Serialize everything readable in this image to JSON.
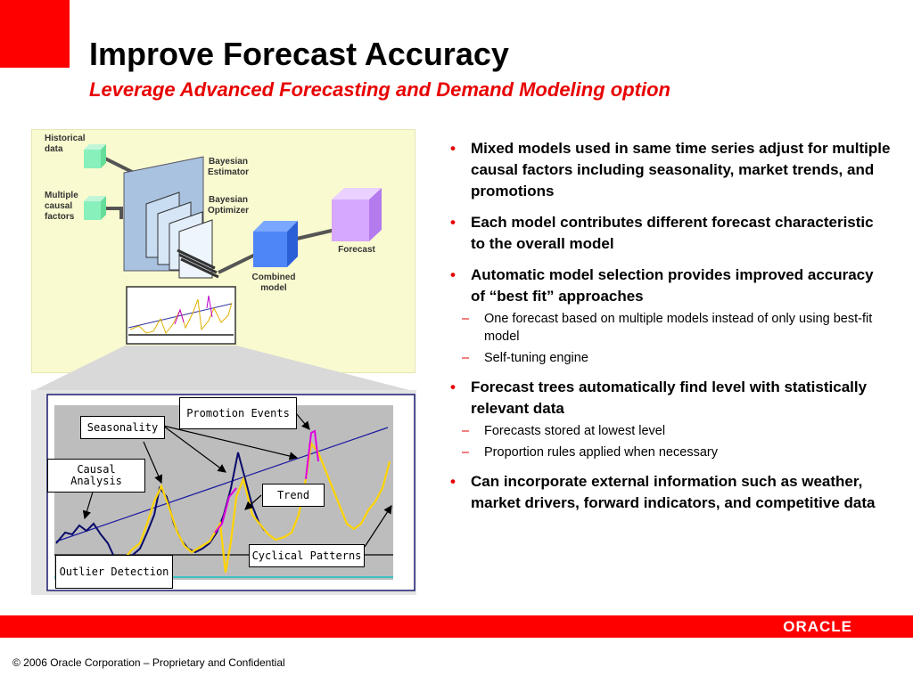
{
  "header": {
    "title": "Improve Forecast Accuracy",
    "subtitle": "Leverage Advanced Forecasting and Demand Modeling option"
  },
  "diagram": {
    "historical_data": "Historical data",
    "multiple_causal_factors": "Multiple causal factors",
    "bayesian_estimator": "Bayesian Estimator",
    "bayesian_optimizer": "Bayesian Optimizer",
    "combined_model": "Combined model",
    "forecast": "Forecast"
  },
  "chart_callouts": {
    "promotion_events": "Promotion Events",
    "seasonality": "Seasonality",
    "causal_analysis": "Causal Analysis",
    "trend": "Trend",
    "cyclical_patterns": "Cyclical Patterns",
    "outlier_detection": "Outlier Detection"
  },
  "bullets": [
    {
      "text": "Mixed models used in same time series adjust for multiple causal factors including seasonality, market trends, and promotions",
      "subs": []
    },
    {
      "text": "Each model contributes different forecast characteristic to the overall model",
      "subs": []
    },
    {
      "text": "Automatic model selection provides improved accuracy of “best fit” approaches",
      "subs": [
        "One forecast based on multiple models instead of only using best-fit model",
        "Self-tuning engine"
      ]
    },
    {
      "text": "Forecast trees automatically find level with statistically relevant data",
      "subs": [
        "Forecasts stored at lowest level",
        "Proportion rules applied when necessary"
      ]
    },
    {
      "text": "Can incorporate external information such as weather, market drivers, forward indicators, and competitive data",
      "subs": []
    }
  ],
  "footer": {
    "logo": "ORACLE",
    "copyright": "© 2006 Oracle Corporation – Proprietary and Confidential"
  },
  "colors": {
    "brand_red": "#ff0000",
    "subtitle_red": "#e80000",
    "diagram_bg": "#fafad0"
  }
}
